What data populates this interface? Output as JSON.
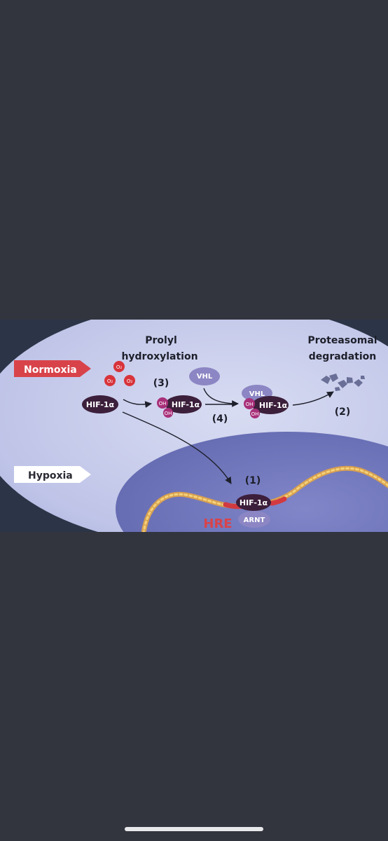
{
  "labels": {
    "normoxia": "Normoxia",
    "hypoxia": "Hypoxia",
    "prolyl_line1": "Prolyl",
    "prolyl_line2": "hydroxylation",
    "proteasomal_line1": "Proteasomal",
    "proteasomal_line2": "degradation",
    "step1": "(1)",
    "step2": "(2)",
    "step3": "(3)",
    "step4": "(4)",
    "hre": "HRE"
  },
  "molecules": {
    "hif": "HIF-1α",
    "vhl": "VHL",
    "arnt": "ARNT",
    "oh": "OH",
    "o2": "O₂"
  },
  "colors": {
    "normoxia_tag": "#d8434a",
    "hypoxia_tag": "#ffffff",
    "hif_fill": "#3c1f3b",
    "vhl_fill": "#8c86c4",
    "oh_fill": "#a8307a",
    "o2_fill": "#d8343b",
    "hre_text": "#d8434a"
  }
}
